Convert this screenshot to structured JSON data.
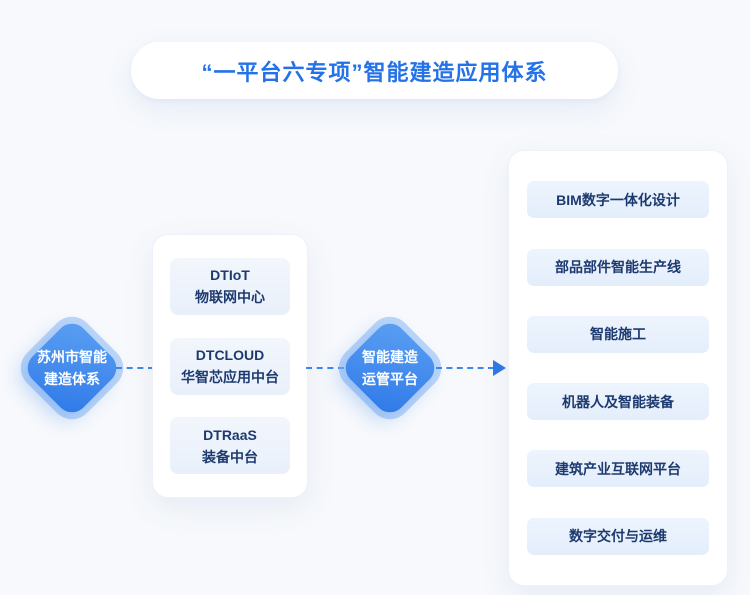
{
  "title": "“一平台六专项”智能建造应用体系",
  "left_node": {
    "line1": "苏州市智能",
    "line2": "建造体系"
  },
  "center_node": {
    "line1": "智能建造",
    "line2": "运管平台"
  },
  "middle_panel": {
    "boxes": [
      {
        "line1": "DTIoT",
        "line2": "物联网中心"
      },
      {
        "line1": "DTCLOUD",
        "line2": "华智芯应用中台"
      },
      {
        "line1": "DTRaaS",
        "line2": "装备中台"
      }
    ]
  },
  "right_panel": {
    "items": [
      "BIM数字一体化设计",
      "部品部件智能生产线",
      "智能施工",
      "机器人及智能装备",
      "建筑产业互联网平台",
      "数字交付与运维"
    ]
  },
  "colors": {
    "accent_blue": "#2472e8",
    "node_gradient_start": "#5ca0f3",
    "node_gradient_end": "#2e79e8",
    "box_text_navy": "#1d3a70",
    "panel_white": "#ffffff",
    "page_background": "#f7f9fc"
  }
}
